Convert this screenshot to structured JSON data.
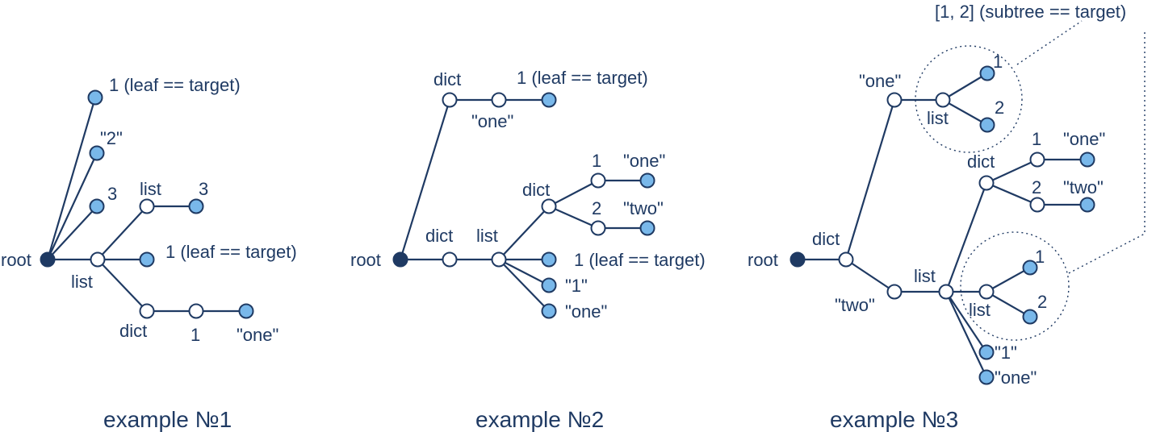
{
  "example1": {
    "caption": "example №1",
    "labels": {
      "root": "root",
      "leaf_target_top": "1 (leaf == target)",
      "str_2": "\"2\"",
      "num_3": "3",
      "list_top": "list",
      "num_3b": "3",
      "list_main": "list",
      "leaf_target_mid": "1 (leaf == target)",
      "dict": "dict",
      "num_1": "1",
      "str_one": "\"one\""
    }
  },
  "example2": {
    "caption": "example №2",
    "labels": {
      "root": "root",
      "dict_top": "dict",
      "leaf_target_top": "1 (leaf == target)",
      "str_one_top": "\"one\"",
      "dict_mid": "dict",
      "list": "list",
      "dict_inner": "dict",
      "num_1": "1",
      "str_one_inner": "\"one\"",
      "num_2": "2",
      "str_two": "\"two\"",
      "leaf_target_mid": "1 (leaf == target)",
      "str_1": "\"1\"",
      "str_one_bottom": "\"one\""
    }
  },
  "example3": {
    "caption": "example №3",
    "labels": {
      "root": "root",
      "dict": "dict",
      "str_one": "\"one\"",
      "list_top": "list",
      "num_1_top": "1",
      "num_2_top": "2",
      "subtree_target": "[1, 2] (subtree == target)",
      "str_two": "\"two\"",
      "list_main": "list",
      "dict_right": "dict",
      "num_1_dict": "1",
      "str_one_dict": "\"one\"",
      "num_2_dict": "2",
      "str_two_dict": "\"two\"",
      "list_inner": "list",
      "num_1_inner": "1",
      "num_2_inner": "2",
      "str_1": "\"1\"",
      "str_one_bottom": "\"one\""
    }
  }
}
